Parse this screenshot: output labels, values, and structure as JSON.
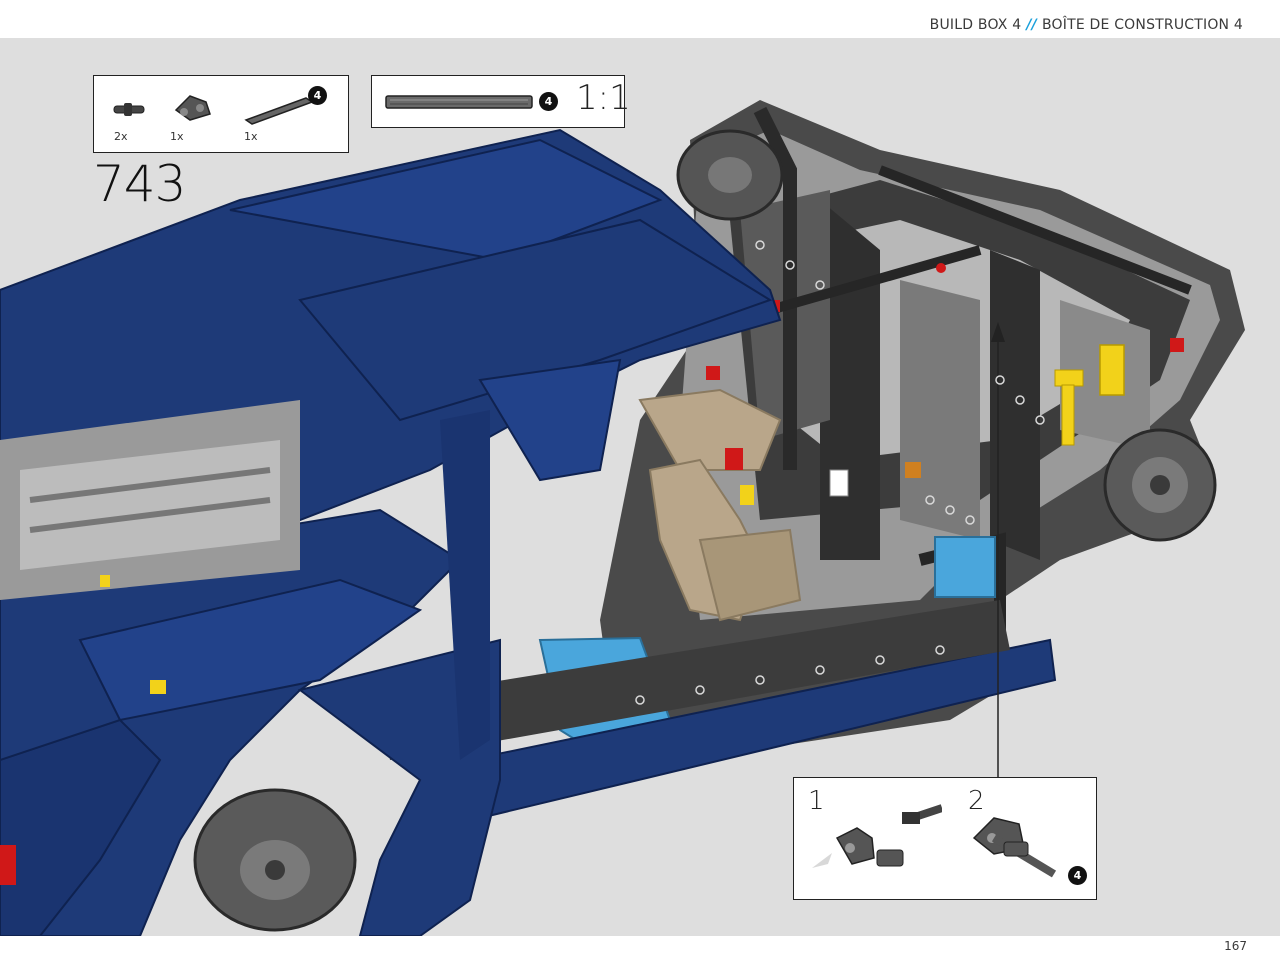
{
  "header": {
    "build_box": "BUILD BOX 4",
    "separator": "//",
    "build_box_fr": "BOÎTE DE CONSTRUCTION 4"
  },
  "step": {
    "number": "743",
    "parts": [
      {
        "name": "axle-connector-pin",
        "qty": "2x"
      },
      {
        "name": "axle-connector-block",
        "qty": "1x"
      },
      {
        "name": "axle-4",
        "qty": "1x"
      }
    ],
    "parts_badge": "4",
    "scale_badge": "4",
    "scale_label": "1:1"
  },
  "subassembly": {
    "step_1": "1",
    "step_2": "2",
    "badge": "4"
  },
  "colors": {
    "body_blue": "#1e3a78",
    "frame_dark": "#3a3a3a",
    "frame_light": "#a8a8a8",
    "accent_yellow": "#f2d21a",
    "accent_red": "#d01818",
    "accent_tan": "#b9a68a",
    "accent_azure": "#4aa6dc",
    "header_slash": "#1aa0db"
  },
  "footer": {
    "page_number": "167"
  }
}
